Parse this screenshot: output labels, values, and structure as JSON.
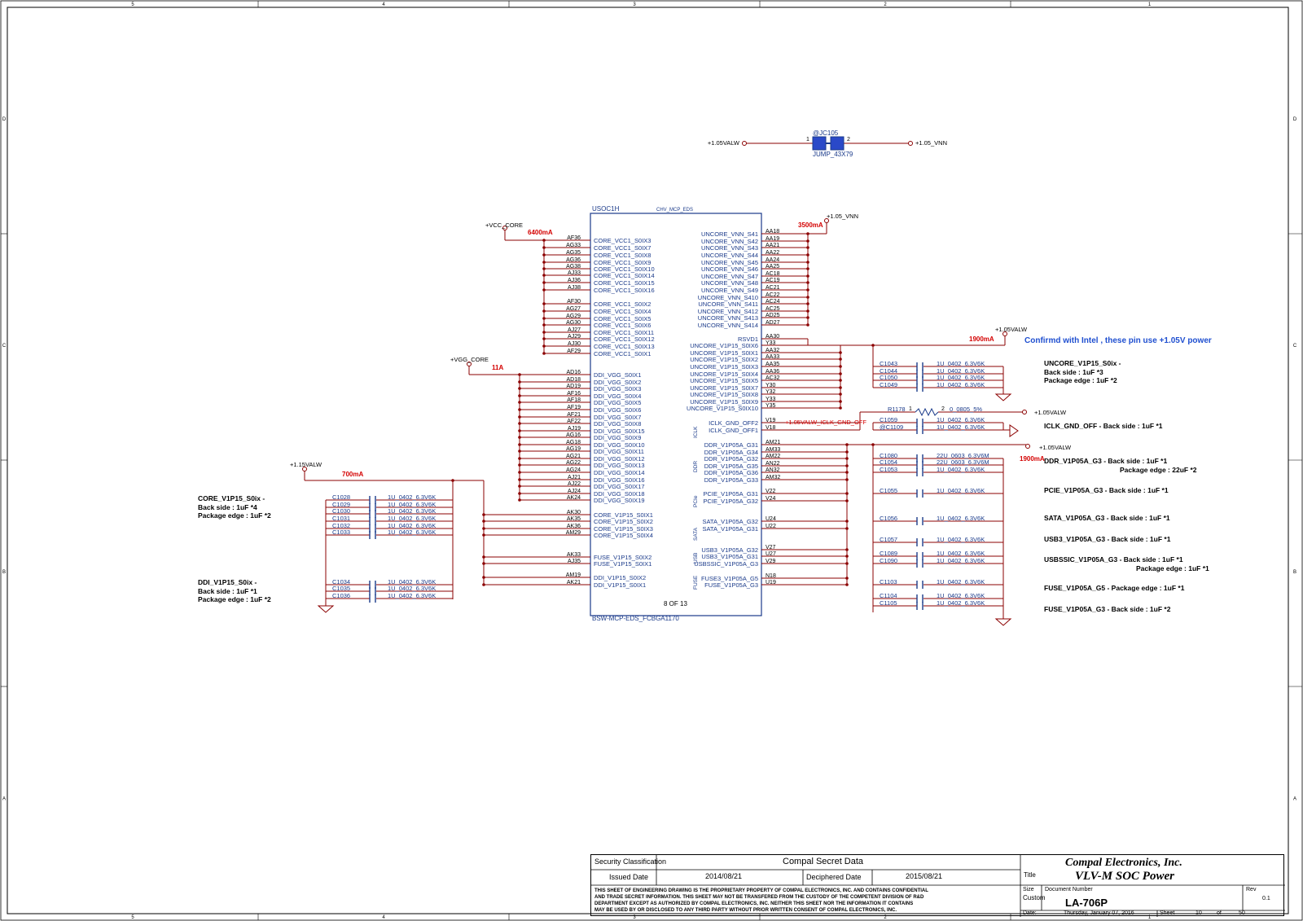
{
  "border": {
    "columns": [
      "5",
      "4",
      "3",
      "2",
      "1"
    ],
    "rows": [
      "D",
      "C",
      "B",
      "A"
    ]
  },
  "jumper": {
    "ref": "@JC105",
    "value": "JUMP_43X79",
    "left_net": "+1.05VALW",
    "right_net": "+1.05_VNN",
    "pin1": "1",
    "pin2": "2"
  },
  "chip": {
    "ref": "USOC1H",
    "part": "CHV_MCP_EDS",
    "package": "BSW-MCP-EDS_FCBGA1170",
    "unit": "8 OF 13",
    "groups": {
      "iclk": "ICLK",
      "ddr": "DDR",
      "pcie": "PCIe",
      "sata": "SATA",
      "usb": "USB",
      "fuse": "FUSE"
    },
    "left_pins": [
      {
        "num": "AF36",
        "name": "CORE_VCC1_S0IX3"
      },
      {
        "num": "AG33",
        "name": "CORE_VCC1_S0IX7"
      },
      {
        "num": "AG35",
        "name": "CORE_VCC1_S0IX8"
      },
      {
        "num": "AG36",
        "name": "CORE_VCC1_S0IX9"
      },
      {
        "num": "AG38",
        "name": "CORE_VCC1_S0IX10"
      },
      {
        "num": "AJ33",
        "name": "CORE_VCC1_S0IX14"
      },
      {
        "num": "AJ36",
        "name": "CORE_VCC1_S0IX15"
      },
      {
        "num": "AJ38",
        "name": "CORE_VCC1_S0IX16"
      },
      {
        "num": "AF30",
        "name": "CORE_VCC1_S0IX2"
      },
      {
        "num": "AG27",
        "name": "CORE_VCC1_S0IX4"
      },
      {
        "num": "AG29",
        "name": "CORE_VCC1_S0IX5"
      },
      {
        "num": "AG30",
        "name": "CORE_VCC1_S0IX6"
      },
      {
        "num": "AJ27",
        "name": "CORE_VCC1_S0IX11"
      },
      {
        "num": "AJ29",
        "name": "CORE_VCC1_S0IX12"
      },
      {
        "num": "AJ30",
        "name": "CORE_VCC1_S0IX13"
      },
      {
        "num": "AF29",
        "name": "CORE_VCC1_S0IX1"
      },
      {
        "num": "AD16",
        "name": "DDI_VGG_S0IX1"
      },
      {
        "num": "AD18",
        "name": "DDI_VGG_S0IX2"
      },
      {
        "num": "AD19",
        "name": "DDI_VGG_S0IX3"
      },
      {
        "num": "AF16",
        "name": "DDI_VGG_S0IX4"
      },
      {
        "num": "AF18",
        "name": "DDI_VGG_S0IX5"
      },
      {
        "num": "AF19",
        "name": "DDI_VGG_S0IX6"
      },
      {
        "num": "AF21",
        "name": "DDI_VGG_S0IX7"
      },
      {
        "num": "AF22",
        "name": "DDI_VGG_S0IX8"
      },
      {
        "num": "AJ19",
        "name": "DDI_VGG_S0IX15"
      },
      {
        "num": "AG16",
        "name": "DDI_VGG_S0IX9"
      },
      {
        "num": "AG18",
        "name": "DDI_VGG_S0IX10"
      },
      {
        "num": "AG19",
        "name": "DDI_VGG_S0IX11"
      },
      {
        "num": "AG21",
        "name": "DDI_VGG_S0IX12"
      },
      {
        "num": "AG22",
        "name": "DDI_VGG_S0IX13"
      },
      {
        "num": "AG24",
        "name": "DDI_VGG_S0IX14"
      },
      {
        "num": "AJ21",
        "name": "DDI_VGG_S0IX16"
      },
      {
        "num": "AJ22",
        "name": "DDI_VGG_S0IX17"
      },
      {
        "num": "AJ24",
        "name": "DDI_VGG_S0IX18"
      },
      {
        "num": "AK24",
        "name": "DDI_VGG_S0IX19"
      },
      {
        "num": "AK30",
        "name": "CORE_V1P15_S0IX1"
      },
      {
        "num": "AK35",
        "name": "CORE_V1P15_S0IX2"
      },
      {
        "num": "AK36",
        "name": "CORE_V1P15_S0IX3"
      },
      {
        "num": "AM29",
        "name": "CORE_V1P15_S0IX4"
      },
      {
        "num": "AK33",
        "name": "FUSE_V1P15_S0IX2"
      },
      {
        "num": "AJ35",
        "name": "FUSE_V1P15_S0IX1"
      },
      {
        "num": "AM19",
        "name": "DDI_V1P15_S0IX2"
      },
      {
        "num": "AK21",
        "name": "DDI_V1P15_S0IX1"
      }
    ],
    "right_pins": [
      {
        "num": "AA18",
        "name": "UNCORE_VNN_S41"
      },
      {
        "num": "AA19",
        "name": "UNCORE_VNN_S42"
      },
      {
        "num": "AA21",
        "name": "UNCORE_VNN_S43"
      },
      {
        "num": "AA22",
        "name": "UNCORE_VNN_S44"
      },
      {
        "num": "AA24",
        "name": "UNCORE_VNN_S45"
      },
      {
        "num": "AA25",
        "name": "UNCORE_VNN_S46"
      },
      {
        "num": "AC18",
        "name": "UNCORE_VNN_S47"
      },
      {
        "num": "AC19",
        "name": "UNCORE_VNN_S48"
      },
      {
        "num": "AC21",
        "name": "UNCORE_VNN_S49"
      },
      {
        "num": "AC22",
        "name": "UNCORE_VNN_S410"
      },
      {
        "num": "AC24",
        "name": "UNCORE_VNN_S411"
      },
      {
        "num": "AC25",
        "name": "UNCORE_VNN_S412"
      },
      {
        "num": "AD25",
        "name": "UNCORE_VNN_S413"
      },
      {
        "num": "AD27",
        "name": "UNCORE_VNN_S414"
      },
      {
        "num": "AA30",
        "name": "RSVD1"
      },
      {
        "num": "Y33",
        "name": "UNCORE_V1P15_S0IX6"
      },
      {
        "num": "AA32",
        "name": "UNCORE_V1P15_S0IX1"
      },
      {
        "num": "AA33",
        "name": "UNCORE_V1P15_S0IX2"
      },
      {
        "num": "AA35",
        "name": "UNCORE_V1P15_S0IX3"
      },
      {
        "num": "AA36",
        "name": "UNCORE_V1P15_S0IX4"
      },
      {
        "num": "AC32",
        "name": "UNCORE_V1P15_S0IX5"
      },
      {
        "num": "Y30",
        "name": "UNCORE_V1P15_S0IX7"
      },
      {
        "num": "Y32",
        "name": "UNCORE_V1P15_S0IX8"
      },
      {
        "num": "Y33",
        "name": "UNCORE_V1P15_S0IX9"
      },
      {
        "num": "Y35",
        "name": "UNCORE_V1P15_S0IX10"
      },
      {
        "num": "V19",
        "name": "ICLK_GND_OFF2"
      },
      {
        "num": "V18",
        "name": "ICLK_GND_OFF1"
      },
      {
        "num": "AM21",
        "name": "DDR_V1P05A_G31"
      },
      {
        "num": "AM33",
        "name": "DDR_V1P05A_G34"
      },
      {
        "num": "AM22",
        "name": "DDR_V1P05A_G32"
      },
      {
        "num": "AN22",
        "name": "DDR_V1P05A_G35"
      },
      {
        "num": "AN32",
        "name": "DDR_V1P05A_G36"
      },
      {
        "num": "AM32",
        "name": "DDR_V1P05A_G33"
      },
      {
        "num": "V22",
        "name": "PCIE_V1P05A_G31"
      },
      {
        "num": "V24",
        "name": "PCIE_V1P05A_G32"
      },
      {
        "num": "U24",
        "name": "SATA_V1P05A_G32"
      },
      {
        "num": "U22",
        "name": "SATA_V1P05A_G31"
      },
      {
        "num": "V27",
        "name": "USB3_V1P05A_G32"
      },
      {
        "num": "U27",
        "name": "USB3_V1P05A_G31"
      },
      {
        "num": "V29",
        "name": "USBSSIC_V1P05A_G3"
      },
      {
        "num": "N18",
        "name": "FUSE3_V1P05A_G5"
      },
      {
        "num": "U19",
        "name": "FUSE_V1P05A_G3"
      }
    ]
  },
  "nets": {
    "vcc_core": "+VCC_CORE",
    "vcc_core_current": "6400mA",
    "vgg_core": "+VGG_CORE",
    "vgg_core_current": "11A",
    "v115": "+1.15VALW",
    "v115_current": "700mA",
    "vnn": "+1.05_VNN",
    "vnn_current": "3500mA",
    "v105_a": "+1.05VALW",
    "v105_a_current": "1900mA",
    "v105_b": "+1.05VALW",
    "v105_c": "+1.05VALW",
    "v105_c_current": "1900mA",
    "iclk_net": "+1.05VALW_ICLK_GND_OFF",
    "confirm_note": "Confirmd with Intel , these pin use +1.05V power"
  },
  "left_caps": [
    {
      "ref": "C1028",
      "value": "1U_0402_6.3V6K"
    },
    {
      "ref": "C1029",
      "value": "1U_0402_6.3V6K"
    },
    {
      "ref": "C1030",
      "value": "1U_0402_6.3V6K"
    },
    {
      "ref": "C1031",
      "value": "1U_0402_6.3V6K"
    },
    {
      "ref": "C1032",
      "value": "1U_0402_6.3V6K"
    },
    {
      "ref": "C1033",
      "value": "1U_0402_6.3V6K"
    },
    {
      "ref": "C1034",
      "value": "1U_0402_6.3V6K"
    },
    {
      "ref": "C1035",
      "value": "1U_0402_6.3V6K"
    },
    {
      "ref": "C1036",
      "value": "1U_0402_6.3V6K"
    }
  ],
  "right_caps": [
    {
      "ref": "C1043",
      "value": "1U_0402_6.3V6K"
    },
    {
      "ref": "C1044",
      "value": "1U_0402_6.3V6K"
    },
    {
      "ref": "C1050",
      "value": "1U_0402_6.3V6K"
    },
    {
      "ref": "C1049",
      "value": "1U_0402_6.3V6K"
    },
    {
      "ref": "C1059",
      "value": "1U_0402_6.3V6K"
    },
    {
      "ref": "@C1109",
      "value": "1U_0402_6.3V6K"
    },
    {
      "ref": "C1080",
      "value": "22U_0603_6.3V6M"
    },
    {
      "ref": "C1054",
      "value": "22U_0603_6.3V6M"
    },
    {
      "ref": "C1053",
      "value": "1U_0402_6.3V6K"
    },
    {
      "ref": "C1055",
      "value": "1U_0402_6.3V6K"
    },
    {
      "ref": "C1056",
      "value": "1U_0402_6.3V6K"
    },
    {
      "ref": "C1057",
      "value": "1U_0402_6.3V6K"
    },
    {
      "ref": "C1089",
      "value": "1U_0402_6.3V6K"
    },
    {
      "ref": "C1090",
      "value": "1U_0402_6.3V6K"
    },
    {
      "ref": "C1103",
      "value": "1U_0402_6.3V6K"
    },
    {
      "ref": "C1104",
      "value": "1U_0402_6.3V6K"
    },
    {
      "ref": "C1105",
      "value": "1U_0402_6.3V6K"
    }
  ],
  "resistor": {
    "ref": "R1178",
    "value": "0_0805_5%",
    "pin1": "1",
    "pin2": "2"
  },
  "notes_left": [
    "CORE_V1P15_S0ix -",
    "Back side : 1uF *4",
    "Package edge : 1uF *2",
    "DDI_V1P15_S0ix -",
    "Back side : 1uF *1",
    "Package edge : 1uF *2"
  ],
  "notes_right": [
    "UNCORE_V1P15_S0ix -",
    "Back side : 1uF *3",
    "Package edge : 1uF *2",
    "ICLK_GND_OFF - Back side : 1uF *1",
    "DDR_V1P05A_G3 - Back side : 1uF *1",
    "Package edge : 22uF *2",
    "PCIE_V1P05A_G3 - Back side : 1uF *1",
    "SATA_V1P05A_G3  - Back side : 1uF *1",
    "USB3_V1P05A_G3  - Back side : 1uF *1",
    "USBSSIC_V1P05A_G3 - Back side : 1uF *1",
    "Package edge : 1uF *1",
    "FUSE_V1P05A_G5  - Package edge : 1uF *1",
    "FUSE_V1P05A_G3  - Back side : 1uF *2"
  ],
  "title_block": {
    "security_label": "Security Classification",
    "security_value": "Compal Secret Data",
    "issued_label": "Issued Date",
    "issued_value": "2014/08/21",
    "deciphered_label": "Deciphered Date",
    "deciphered_value": "2015/08/21",
    "company": "Compal Electronics, Inc.",
    "title_label": "Title",
    "title": "VLV-M SOC Power",
    "size_label": "Size",
    "size_value": "Custom",
    "doc_label": "Document Number",
    "doc_number": "LA-706P",
    "rev_label": "Rev",
    "rev_value": "0.1",
    "date_label": "Date:",
    "date_value": "Thursday, January 07, 2016",
    "sheet_label": "Sheet",
    "sheet_value": "10",
    "of_label": "of",
    "total_sheets": "50",
    "disclaimer": [
      "THIS SHEET OF ENGINEERING DRAWING IS THE PROPRIETARY PROPERTY OF COMPAL ELECTRONICS, INC. AND CONTAINS CONFIDENTIAL",
      "AND TRADE SECRET INFORMATION. THIS SHEET MAY NOT BE TRANSFERED FROM THE CUSTODY OF THE COMPETENT DIVISION OF R&D",
      "DEPARTMENT EXCEPT AS AUTHORIZED BY COMPAL ELECTRONICS, INC. NEITHER THIS SHEET NOR THE INFORMATION IT CONTAINS",
      "MAY BE USED BY OR DISCLOSED TO ANY THIRD PARTY WITHOUT PRIOR WRITTEN CONSENT OF COMPAL ELECTRONICS, INC."
    ]
  },
  "colors": {
    "net": "#8b0000",
    "pin_text": "#1a3a8a",
    "current": "#d40000",
    "note_blue": "#1f4fd0",
    "component": "#1a3a8a",
    "border": "#000000"
  }
}
